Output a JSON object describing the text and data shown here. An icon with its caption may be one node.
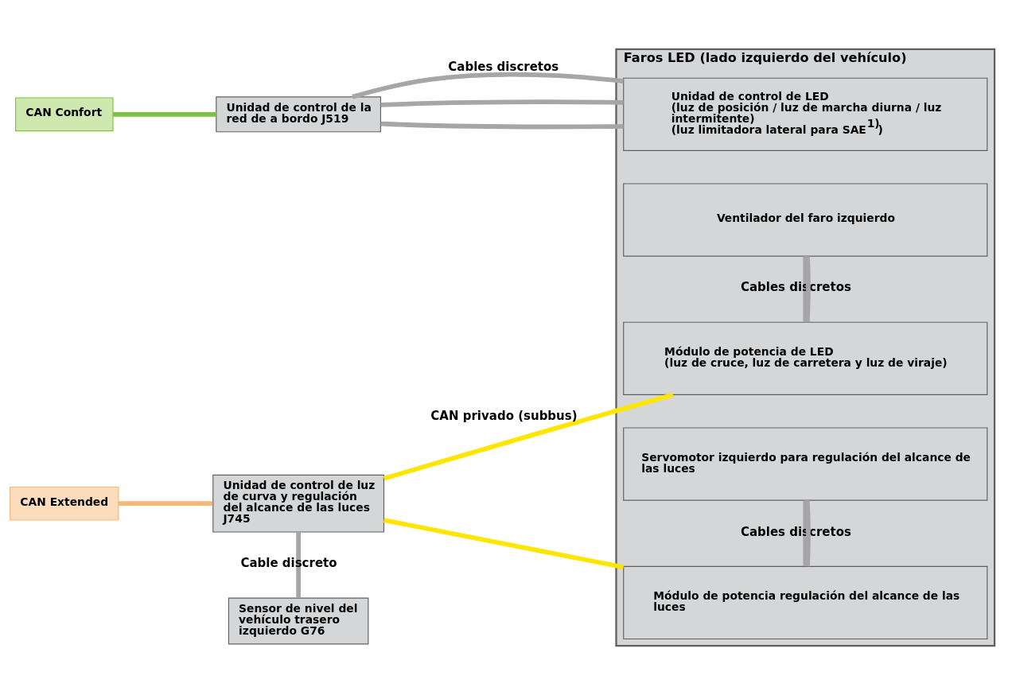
{
  "diagram": {
    "nodes": [
      {
        "text": [
          "Faros LED (lado izquierdo del vehículo)"
        ]
      },
      {
        "text": [
          "Unidad de control de LED",
          "(luz de posición / luz de marcha diurna / luz intermitente)",
          "(luz limitadora lateral para SAE$^{1)}$)"
        ],
        "in": 0
      },
      {
        "text": [
          "Módulo de potencia de LED",
          "(luz de cruce, luz de carretera y luz de viraje)"
        ],
        "in": 0
      },
      {
        "text": [
          "Ventilador del faro izquierdo"
        ],
        "in": 0
      },
      {
        "text": [
          "Módulo de potencia regulación del alcance de las luces"
        ],
        "in": 0
      },
      {
        "text": [
          "Servomotor izquierdo para regulación del alcance de las luces"
        ],
        "in": 0
      },
      {
        "text": [
          "CAN Confort"
        ]
      },
      {
        "text": [
          "Unidad de control de la red de a bordo J519"
        ]
      },
      {
        "text": [
          "CAN Extended"
        ]
      },
      {
        "text": [
          "Unidad de control de luz de curva y regulación del alcance de las luces J745"
        ]
      },
      {
        "text": [
          "Sensor de nivel del vehículo trasero izquierdo G76"
        ]
      }
    ],
    "edges": [
      {
        "from": 6,
        "to": 7,
        "arrow": "none",
        "color": "#7dc242"
      },
      {
        "from": 7,
        "to": 1,
        "arrow": "none",
        "label": "Cables discretos"
      },
      {
        "from": 7,
        "to": 1,
        "arrow": "none"
      },
      {
        "from": 7,
        "to": 1,
        "arrow": "none"
      },
      {
        "from": 8,
        "to": 9,
        "arrow": "none",
        "color": "#f5b87a"
      },
      {
        "from": 9,
        "to": 2,
        "arrow": "none",
        "label": "CAN privado (subbus)",
        "color": "#ffe600"
      },
      {
        "from": 9,
        "to": 4,
        "arrow": "none",
        "color": "#ffe600"
      },
      {
        "from": 9,
        "to": 10,
        "arrow": "none",
        "label": "Cable discreto"
      },
      {
        "from": 2,
        "to": 3,
        "arrow": "none",
        "label": "Cables discretos"
      },
      {
        "from": 2,
        "to": 3,
        "arrow": "none"
      },
      {
        "from": 4,
        "to": 5,
        "arrow": "none",
        "label": "Cables discretos"
      },
      {
        "from": 4,
        "to": 5,
        "arrow": "none"
      }
    ]
  }
}
